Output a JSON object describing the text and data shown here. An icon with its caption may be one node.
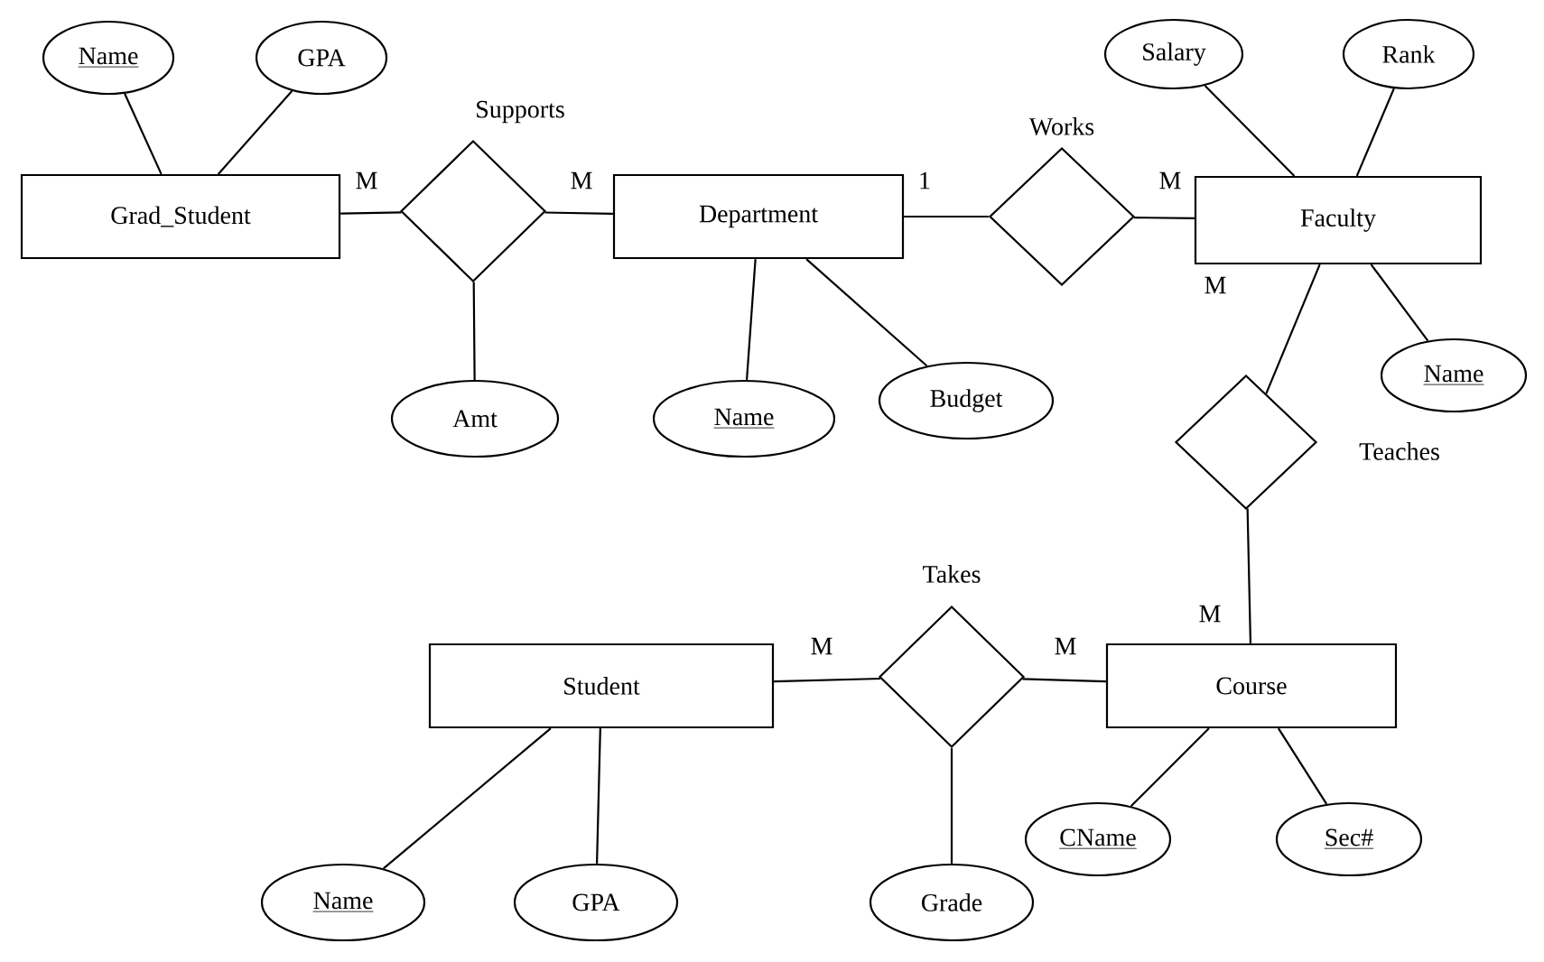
{
  "diagram": {
    "nodes": [
      {
        "text": [
          "Name"
        ]
      },
      {
        "text": [
          "GPA"
        ]
      },
      {
        "text": [
          "Salary"
        ]
      },
      {
        "text": [
          "Rank"
        ]
      },
      {
        "text": [
          "Grad_Student"
        ]
      },
      {
        "text": [
          "Supports"
        ]
      },
      {
        "text": [
          "Department"
        ]
      },
      {
        "text": [
          "Works"
        ]
      },
      {
        "text": [
          "Faculty"
        ]
      },
      {
        "text": [
          "Amt"
        ]
      },
      {
        "text": [
          "Name"
        ]
      },
      {
        "text": [
          "Budget"
        ]
      },
      {
        "text": [
          "Name"
        ]
      },
      {
        "text": [
          "Teaches"
        ]
      },
      {
        "text": [
          "Takes"
        ]
      },
      {
        "text": [
          "Student"
        ]
      },
      {
        "text": [
          "Course"
        ]
      },
      {
        "text": [
          "CName"
        ]
      },
      {
        "text": [
          "Sec#"
        ]
      },
      {
        "text": [
          "Name"
        ]
      },
      {
        "text": [
          "GPA"
        ]
      },
      {
        "text": [
          "Grade"
        ]
      }
    ],
    "edges": [
      {
        "from": 4,
        "to": 0,
        "arrow": "none"
      },
      {
        "from": 4,
        "to": 1,
        "arrow": "none"
      },
      {
        "from": 4,
        "to": 5,
        "arrow": "none",
        "label": "M"
      },
      {
        "from": 5,
        "to": 6,
        "arrow": "none",
        "label": "M"
      },
      {
        "from": 5,
        "to": 9,
        "arrow": "none"
      },
      {
        "from": 6,
        "to": 10,
        "arrow": "none"
      },
      {
        "from": 6,
        "to": 11,
        "arrow": "none"
      },
      {
        "from": 6,
        "to": 7,
        "arrow": "none",
        "label": "1"
      },
      {
        "from": 7,
        "to": 8,
        "arrow": "none",
        "label": "M"
      },
      {
        "from": 8,
        "to": 2,
        "arrow": "none"
      },
      {
        "from": 8,
        "to": 3,
        "arrow": "none"
      },
      {
        "from": 8,
        "to": 12,
        "arrow": "none"
      },
      {
        "from": 8,
        "to": 13,
        "arrow": "none",
        "label": "M"
      },
      {
        "from": 13,
        "to": 16,
        "arrow": "none",
        "label": "M"
      },
      {
        "from": 15,
        "to": 14,
        "arrow": "none",
        "label": "M"
      },
      {
        "from": 14,
        "to": 16,
        "arrow": "none",
        "label": "M"
      },
      {
        "from": 14,
        "to": 21,
        "arrow": "none"
      },
      {
        "from": 15,
        "to": 19,
        "arrow": "none"
      },
      {
        "from": 15,
        "to": 20,
        "arrow": "none"
      },
      {
        "from": 16,
        "to": 17,
        "arrow": "none"
      },
      {
        "from": 16,
        "to": 18,
        "arrow": "none"
      }
    ]
  }
}
